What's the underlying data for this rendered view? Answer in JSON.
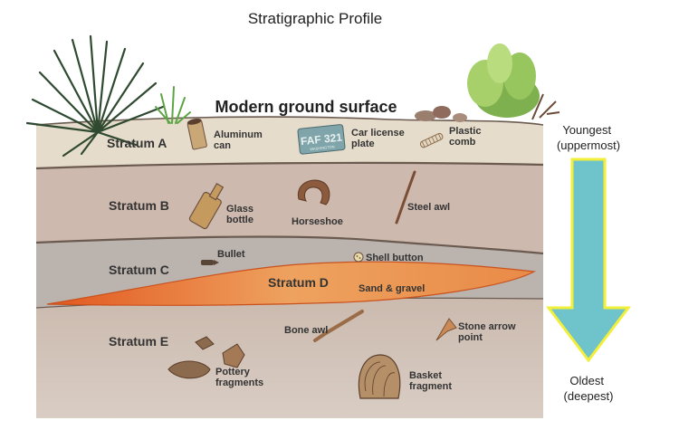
{
  "title": "Stratigraphic Profile",
  "surface_label": "Modern ground surface",
  "strata": {
    "a": "Stratum A",
    "b": "Stratum B",
    "c": "Stratum C",
    "d": "Stratum D",
    "e": "Stratum E"
  },
  "artifacts": {
    "aluminum_can": [
      "Aluminum",
      "can"
    ],
    "license_plate": [
      "Car license",
      "plate"
    ],
    "plate_text": "FAF 321",
    "plate_state": "WASHINGTON",
    "plastic_comb": [
      "Plastic",
      "comb"
    ],
    "glass_bottle": [
      "Glass",
      "bottle"
    ],
    "horseshoe": "Horseshoe",
    "steel_awl": "Steel awl",
    "bullet": "Bullet",
    "shell_button": "Shell button",
    "sand_gravel": "Sand & gravel",
    "bone_awl": "Bone awl",
    "arrow_point": [
      "Stone arrow",
      "point"
    ],
    "pottery": [
      "Pottery",
      "fragments"
    ],
    "basket": [
      "Basket",
      "fragment"
    ]
  },
  "age_axis": {
    "top": [
      "Youngest",
      "(uppermost)"
    ],
    "bottom": [
      "Oldest",
      "(deepest)"
    ]
  },
  "colors": {
    "stratum_a": "#e6dccb",
    "stratum_b": "#cdb9ad",
    "stratum_c": "#b9b2ad",
    "stratum_d": "#e9823f",
    "stratum_e": "#c7b5a8",
    "arrow_fill": "#6fc3cb",
    "arrow_outline": "#f2ef3a",
    "artifact": "#8a6a4a"
  }
}
